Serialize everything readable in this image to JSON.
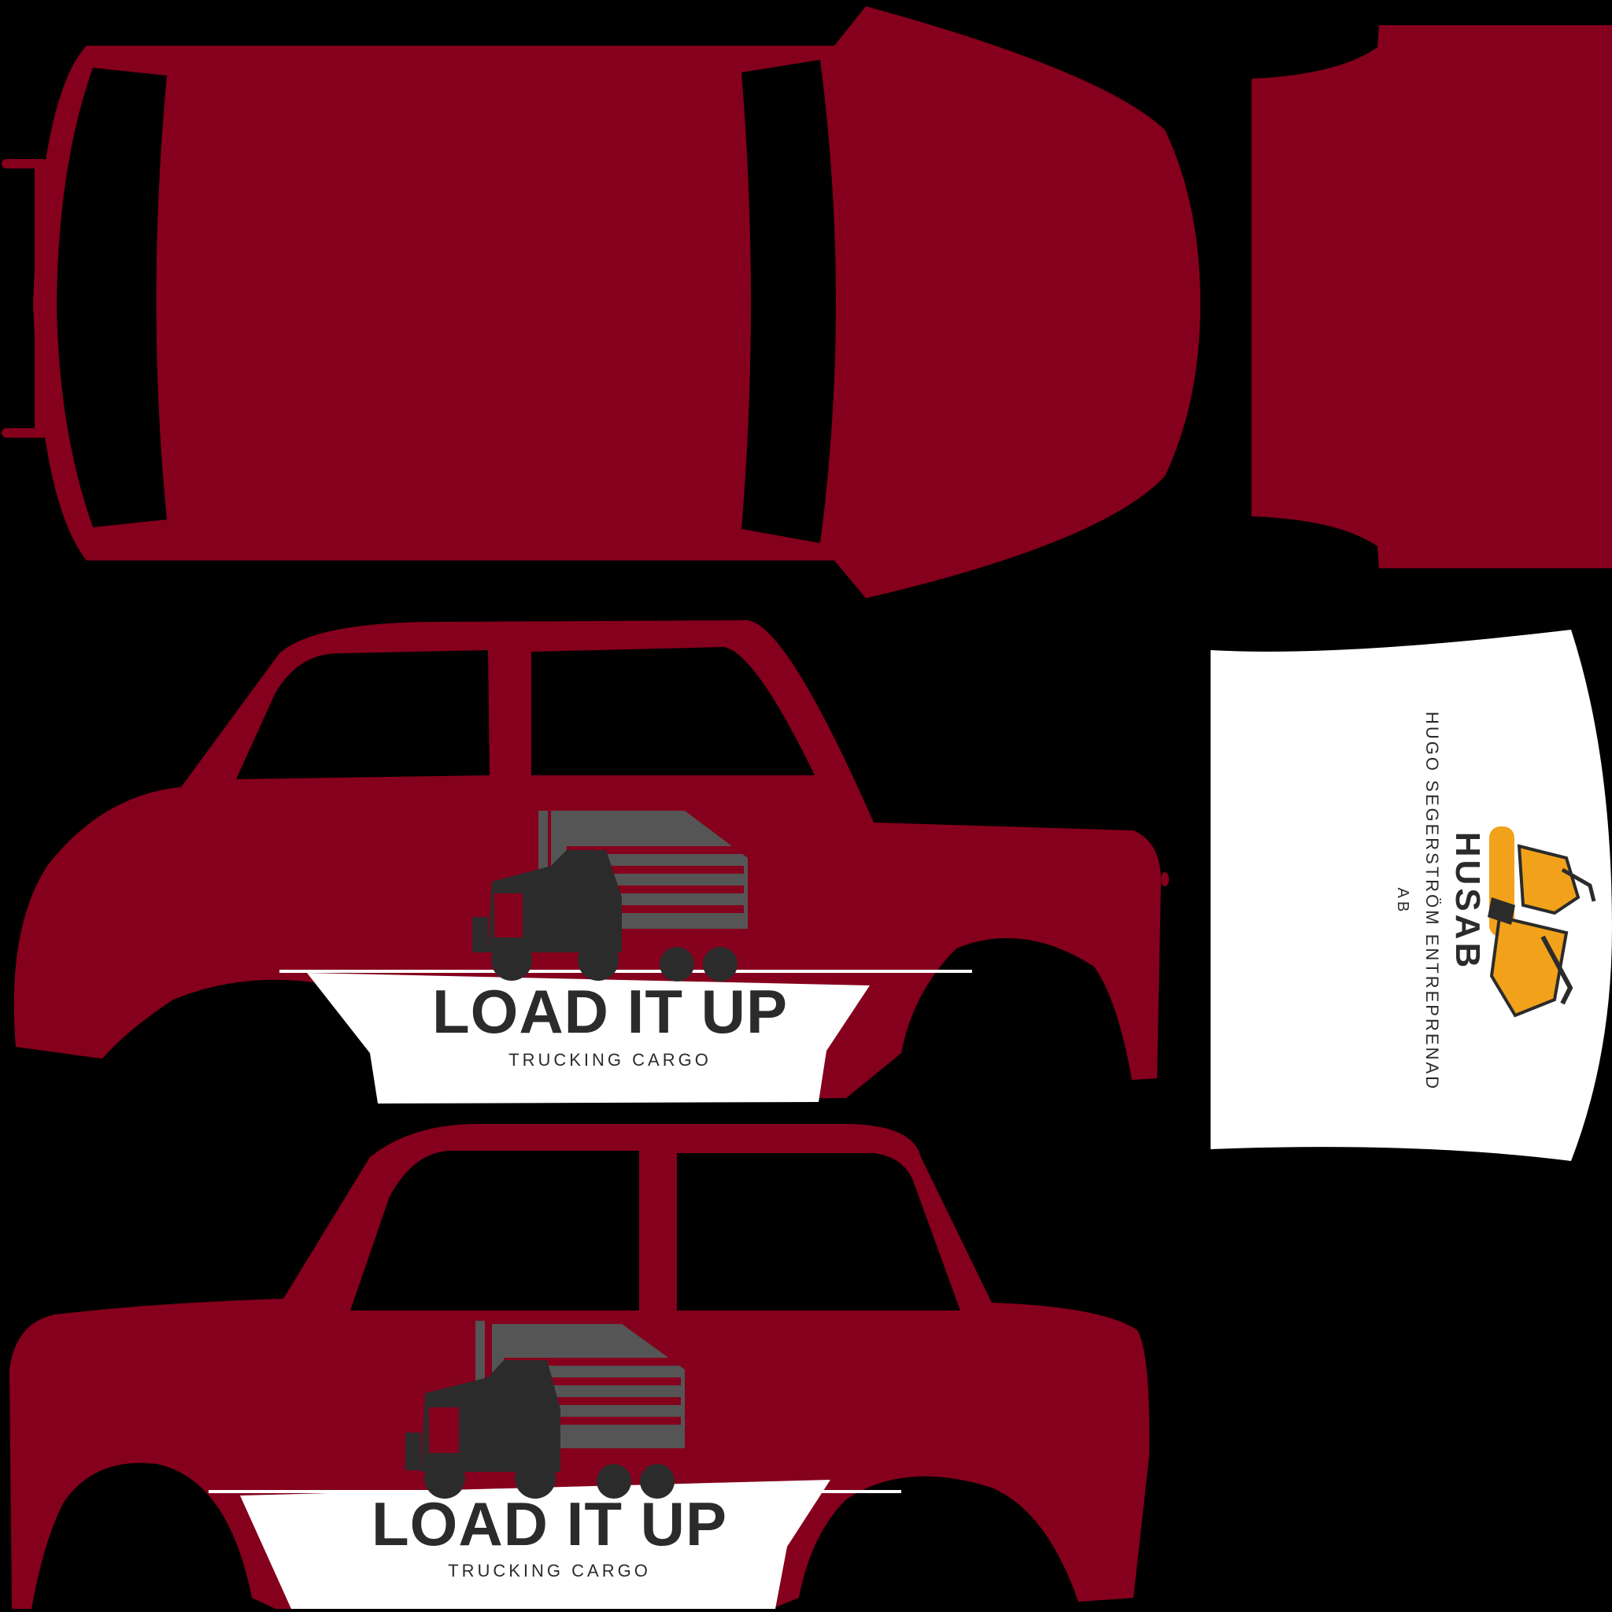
{
  "colors": {
    "background": "#000000",
    "body_paint": "#85001c",
    "panel_white": "#ffffff",
    "logo_dark": "#2b2b2b",
    "logo_gray": "#555555",
    "husab_orange": "#f2a21a"
  },
  "load_logo": {
    "title": "LOAD IT UP",
    "subtitle": "TRUCKING CARGO",
    "icon": "truck-icon"
  },
  "husab_logo": {
    "title": "HUSAB",
    "line1": "HUGO SEGERSTRÖM ENTREPRENAD",
    "line2": "AB",
    "icon": "excavator-icon"
  }
}
